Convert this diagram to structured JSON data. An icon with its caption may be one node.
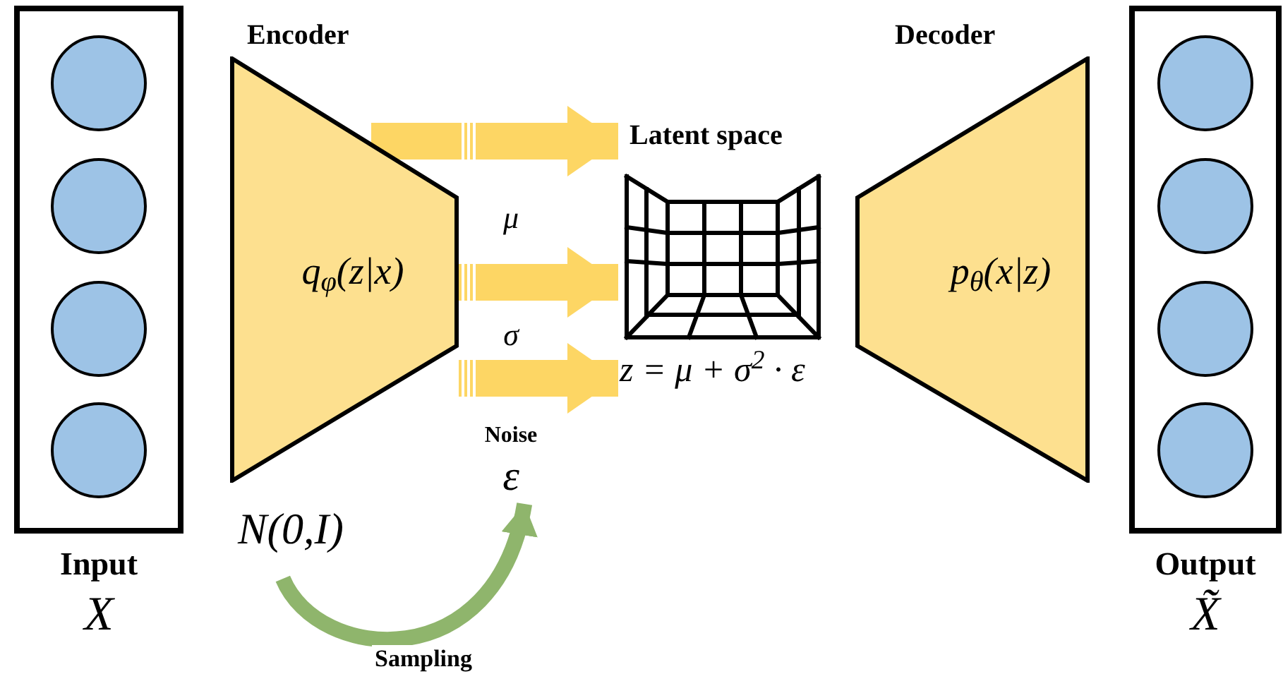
{
  "diagram": {
    "nodes": [
      {
        "text": [
          "Input",
          "X"
        ]
      },
      {
        "text": [],
        "shape": "circle",
        "in": 0
      },
      {
        "text": [],
        "shape": "circle",
        "in": 0
      },
      {
        "text": [],
        "shape": "circle",
        "in": 0
      },
      {
        "text": [],
        "shape": "circle",
        "in": 0
      },
      {
        "text": [
          "Encoder",
          "q$_{φ}$(z|x)"
        ]
      },
      {
        "text": [
          "Latent space",
          "z = μ + σ$^{2}$ · ε"
        ]
      },
      {
        "text": [
          "Decoder",
          "p$_{θ}$(x|z)"
        ]
      },
      {
        "text": [
          "Output",
          "X̃"
        ]
      },
      {
        "text": [],
        "shape": "circle",
        "in": 8
      },
      {
        "text": [],
        "shape": "circle",
        "in": 8
      },
      {
        "text": [],
        "shape": "circle",
        "in": 8
      },
      {
        "text": [],
        "shape": "circle",
        "in": 8
      },
      {
        "text": [
          "N(0,I)"
        ]
      },
      {
        "text": [
          "Noise",
          "ε"
        ]
      }
    ],
    "edges": [
      {
        "from": 5,
        "to": 6,
        "arrow": "to",
        "label": "μ"
      },
      {
        "from": 5,
        "to": 6,
        "arrow": "to",
        "label": "σ"
      },
      {
        "from": 5,
        "to": 6,
        "arrow": "to"
      },
      {
        "from": 13,
        "to": 14,
        "arrow": "to",
        "label": "Sampling",
        "color": "#8fb56c"
      }
    ]
  }
}
